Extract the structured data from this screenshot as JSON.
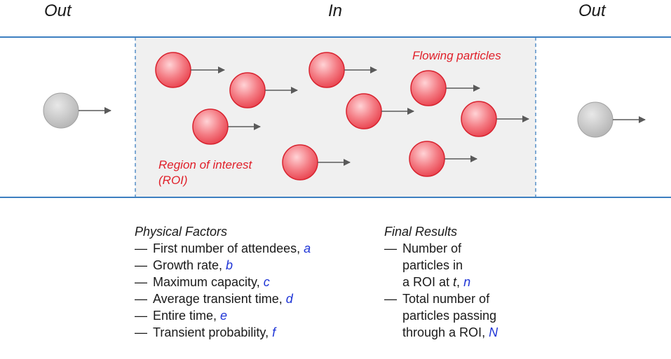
{
  "zones": {
    "out_left": "Out",
    "in": "In",
    "out_right": "Out"
  },
  "labels": {
    "flowing_particles": "Flowing particles",
    "roi_line1": "Region of interest",
    "roi_line2": "(ROI)"
  },
  "physical_factors": {
    "heading": "Physical Factors",
    "items": [
      {
        "text": "First number of attendees, ",
        "var": "a"
      },
      {
        "text": "Growth rate, ",
        "var": "b"
      },
      {
        "text": "Maximum capacity, ",
        "var": "c"
      },
      {
        "text": "Average transient time, ",
        "var": "d"
      },
      {
        "text": "Entire time, ",
        "var": "e"
      },
      {
        "text": "Transient probability, ",
        "var": "f"
      }
    ]
  },
  "final_results": {
    "heading": "Final Results",
    "item1": {
      "line1": "Number of",
      "line2": "particles in",
      "line3_pre": "a ROI at ",
      "line3_t": "t",
      "line3_sep": ", ",
      "var": "n"
    },
    "item2": {
      "line1": "Total number of",
      "line2": "particles passing",
      "line3_pre": "through a ROI, ",
      "var": "N"
    }
  },
  "colors": {
    "channel_line": "#3d7fc0",
    "roi_fill": "#f0f0f0",
    "roi_border": "#3d7fc0",
    "particle_in": "#f26b73",
    "particle_in_stroke": "#d8232f",
    "particle_out": "#bdbdbd",
    "arrow": "#5a5a5a",
    "label_red": "#e0202a",
    "variable_blue": "#1f35d6"
  }
}
